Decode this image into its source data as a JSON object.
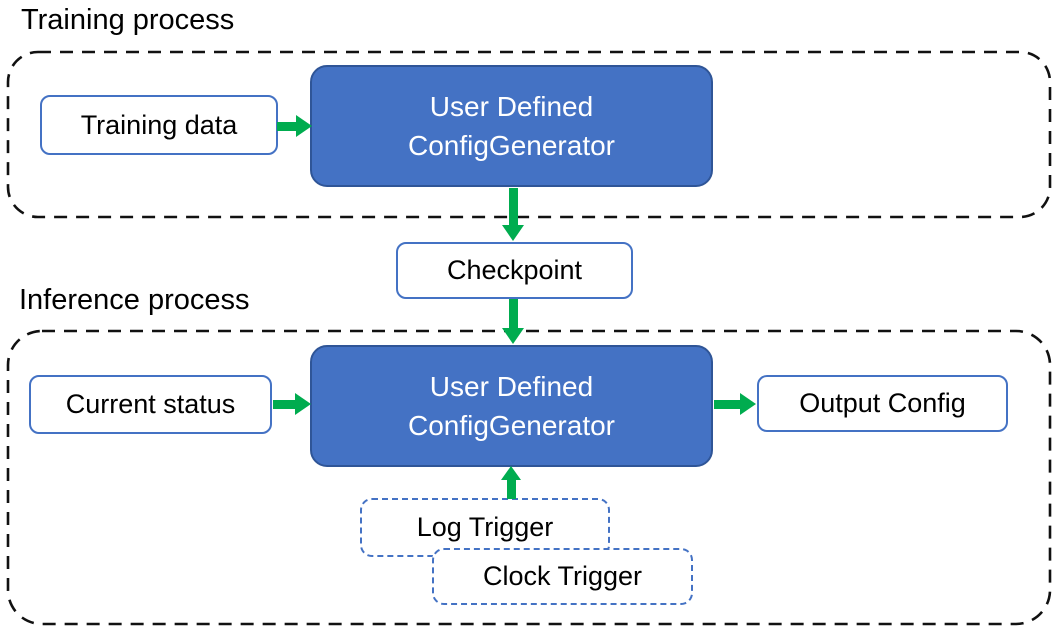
{
  "diagram_title": "ConfigGenerator training and inference process diagram",
  "colors": {
    "blue_fill": "#4472C4",
    "blue_border": "#2F5597",
    "box_border_blue": "#4472C4",
    "arrow_green": "#00AC4F",
    "dash_black": "#111111",
    "text_dark": "#000000",
    "text_light": "#FFFFFF"
  },
  "sections": {
    "training": {
      "label": "Training process"
    },
    "inference": {
      "label": "Inference process"
    }
  },
  "nodes": {
    "training_data": {
      "label": "Training data"
    },
    "training_generator": {
      "line1": "User Defined",
      "line2": "ConfigGenerator"
    },
    "checkpoint": {
      "label": "Checkpoint"
    },
    "current_status": {
      "label": "Current status"
    },
    "inference_generator": {
      "line1": "User Defined",
      "line2": "ConfigGenerator"
    },
    "output_config": {
      "label": "Output Config"
    },
    "log_trigger": {
      "label": "Log Trigger"
    },
    "clock_trigger": {
      "label": "Clock Trigger"
    }
  }
}
